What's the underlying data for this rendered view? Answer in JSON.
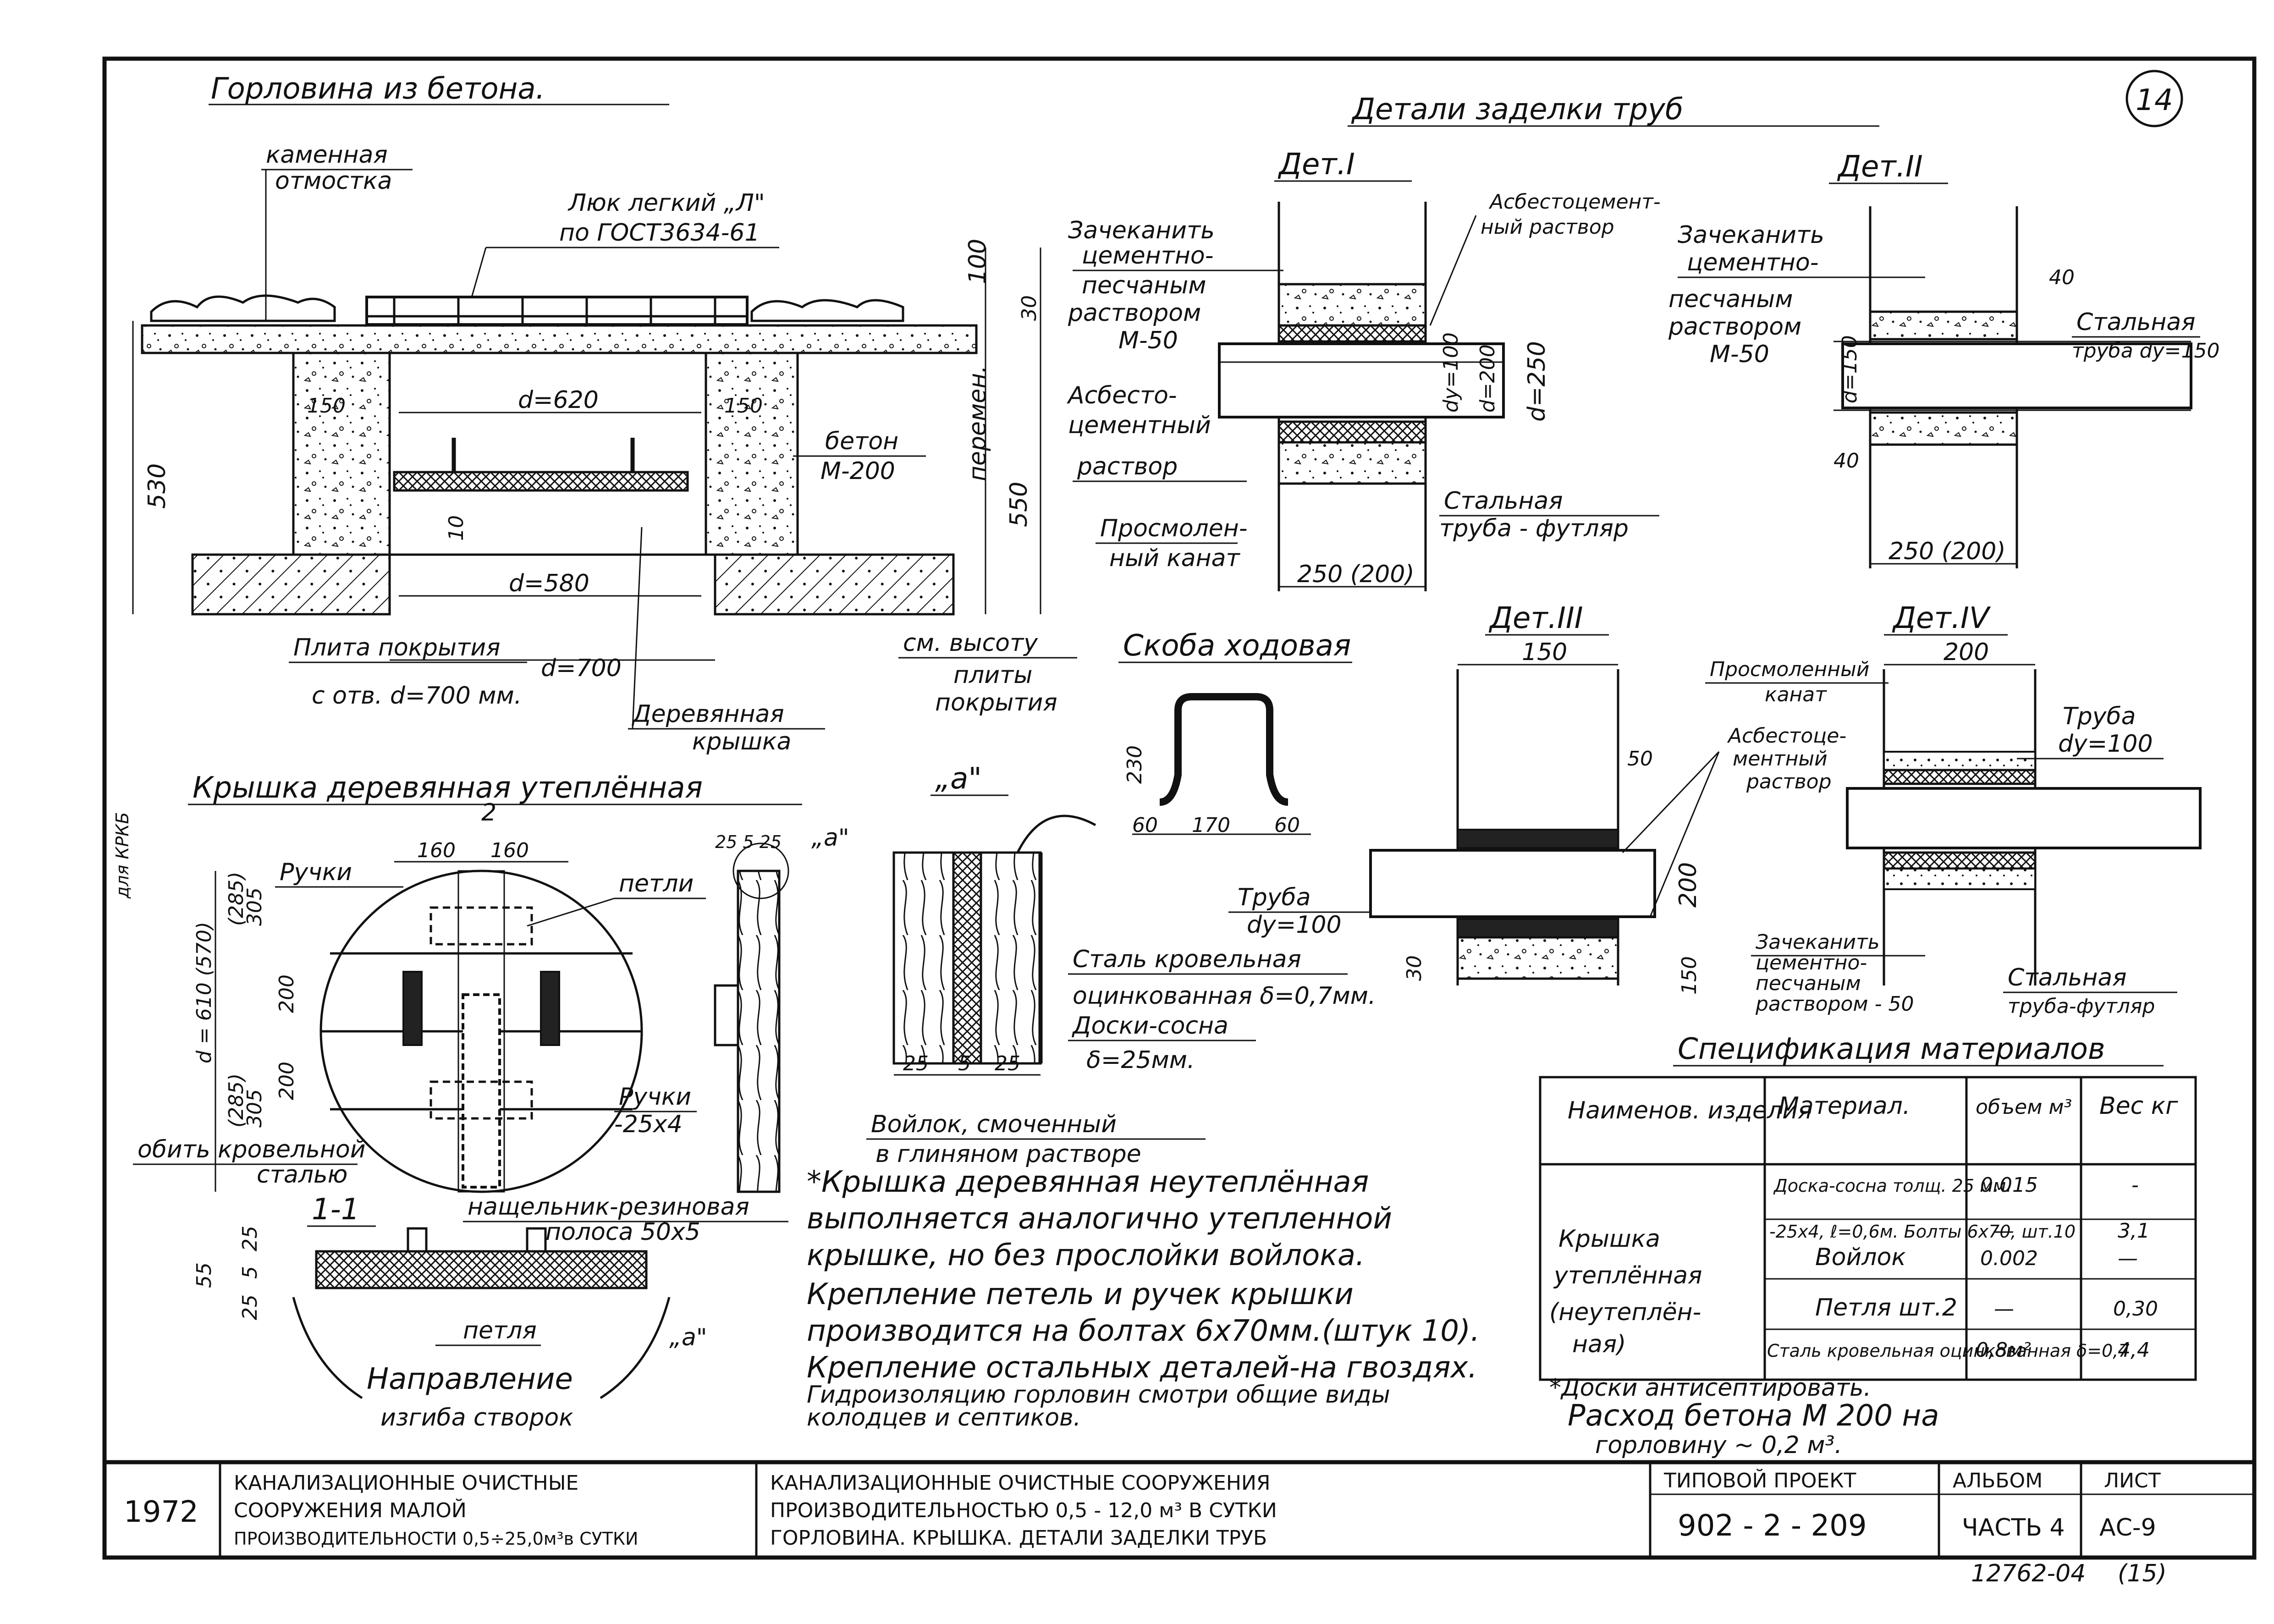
{
  "sheet_number": "14",
  "main_title": "Горловина из бетона.",
  "section_left": {
    "kamennaya": "каменная",
    "otmostka": "отмостка",
    "hatch_line1": "Люк легкий „Л\"",
    "hatch_line2": "по ГОСТ3634-61",
    "dim_100": "100",
    "dim_30": "30",
    "dim_550": "550",
    "peremen": "перемен.",
    "dim_530": "530",
    "dim_d620": "d=620",
    "dim_150a": "150",
    "dim_150b": "150",
    "dim_10": "10",
    "dim_d580": "d=580",
    "dim_d700": "d=700",
    "beton": "бетон",
    "beton_mark": "М-200",
    "plita_line1": "Плита покрытия",
    "plita_line2": "с отв. d=700 мм.",
    "derev_line1": "Деревянная",
    "derev_line2": "крышка",
    "vysotu_line1": "см. высоту",
    "vysotu_line2": "плиты",
    "vysotu_line3": "покрытия"
  },
  "pipe_details": {
    "title": "Детали заделки труб",
    "det1": {
      "title": "Дет.I",
      "zachek1": "Зачеканить",
      "zachek2": "цементно-",
      "zachek3": "песчаным",
      "zachek4": "раствором",
      "zachek5": "М-50",
      "asb_top1": "Асбестоцемент-",
      "asb_top2": "ный раствор",
      "asb_left1": "Асбесто-",
      "asb_left2": "цементный",
      "asb_left3": "раствор",
      "prosmol1": "Просмолен-",
      "prosmol2": "ный канат",
      "steel1": "Стальная",
      "steel2": "труба - футляр",
      "dy": "dy=100",
      "d200": "d=200",
      "d250": "d=250",
      "w250": "250 (200)"
    },
    "det2": {
      "title": "Дет.II",
      "zachek1": "Зачеканить",
      "zachek2": "цементно-",
      "zachek3": "песчаным",
      "zachek4": "раствором",
      "zachek5": "М-50",
      "dim40a": "40",
      "dim40b": "40",
      "d150": "d=150",
      "steel1": "Стальная",
      "steel2": "труба dy=150",
      "w250": "250 (200)"
    },
    "det3": {
      "title": "Дет.III",
      "w150": "150",
      "dim50": "50",
      "dim200": "200",
      "dim30": "30",
      "dim150": "150",
      "pipe1": "Труба",
      "pipe2": "dy=100"
    },
    "det4": {
      "title": "Дет.IV",
      "w200": "200",
      "prosmol1": "Просмоленный",
      "prosmol2": "канат",
      "asb1": "Асбестоце-",
      "asb2": "ментный",
      "asb3": "раствор",
      "pipe1": "Труба",
      "pipe2": "dy=100",
      "zachek1": "Зачеканить",
      "zachek2": "цементно-",
      "zachek3": "песчаным",
      "zachek4": "раствором - 50",
      "steel1": "Стальная",
      "steel2": "труба-футляр"
    }
  },
  "skoba": {
    "title": "Скоба ходовая",
    "dim230": "230",
    "dim60a": "60",
    "dim170": "170",
    "dim60b": "60"
  },
  "lid": {
    "title": "Крышка деревянная утеплённая",
    "for_krkb": "для КРКБ",
    "section2": "2",
    "handles": "Ручки",
    "loops": "петли",
    "dim160a": "160",
    "dim160b": "160",
    "dim_d610": "d = 610 (570)",
    "dim285a": "(285)",
    "dim305a": "305",
    "dim285b": "(285)",
    "dim305b": "305",
    "dim200a": "200",
    "dim200b": "200",
    "obit1": "обить кровельной",
    "obit2": "сталью",
    "handles2_1": "Ручки",
    "handles2_2": "-25x4",
    "marker_a": "„а\"",
    "dims_side": "25 5 25"
  },
  "section11": {
    "title": "1-1",
    "rubber1": "нащельник-резиновая",
    "rubber2": "полоса 50x5",
    "dim55": "55",
    "dim25a": "25",
    "dim5": "5",
    "dim25b": "25",
    "loop": "петля",
    "marker_a": "„а\"",
    "dir1": "Направление",
    "dir2": "изгиба створок"
  },
  "detail_a": {
    "title": "„а\"",
    "steel1": "Сталь кровельная",
    "steel2": "оцинкованная δ=0,7мм.",
    "board1": "Доски-сосна",
    "board2": "δ=25мм.",
    "d25a": "25",
    "d5": "5",
    "d25b": "25",
    "felt1": "Войлок, смоченный",
    "felt2": "в глиняном растворе"
  },
  "notes": [
    "*Крышка деревянная неутеплённая",
    "выполняется аналогично утепленной",
    "крышке, но без прослойки войлока.",
    "Крепление петель и ручек крышки",
    "производится на болтах 6x70мм.(штук 10).",
    "Крепление остальных деталей-на гвоздях.",
    "Гидроизоляцию горловин смотри общие виды",
    "колодцев и септиков."
  ],
  "spec": {
    "title": "Спецификация материалов",
    "headers": [
      "Наименов. изделия",
      "Материал.",
      "объем м³",
      "Вес кг"
    ],
    "item_name": [
      "Крышка",
      "утеплённая",
      "(неутеплён-",
      "ная)"
    ],
    "rows": [
      {
        "material": "Доска-сосна толщ. 25 мм.",
        "volume": "0.015",
        "weight": "-"
      },
      {
        "material": "-25x4, ℓ=0,6м. Болты 6x70, шт.10",
        "volume": "—",
        "weight": "3,1"
      },
      {
        "material": "Войлок",
        "volume": "0.002",
        "weight": "—"
      },
      {
        "material": "Петля шт.2",
        "volume": "—",
        "weight": "0,30"
      },
      {
        "material": "Сталь кровельная оцинкованная δ=0,7",
        "volume": "0,8м²",
        "weight": "4,4"
      }
    ],
    "footnote1": "*Доски антисептировать.",
    "footnote2": "Расход бетона М 200 на",
    "footnote3": "горловину ~ 0,2 м³."
  },
  "title_block": {
    "year": "1972",
    "org1": "КАНАЛИЗАЦИОННЫЕ ОЧИСТНЫЕ",
    "org2": "СООРУЖЕНИЯ МАЛОЙ",
    "org3": "ПРОИЗВОДИТЕЛЬНОСТИ 0,5÷25,0м³в СУТКИ",
    "desc1": "КАНАЛИЗАЦИОННЫЕ ОЧИСТНЫЕ СООРУЖЕНИЯ",
    "desc2": "ПРОИЗВОДИТЕЛЬНОСТЬЮ 0,5 - 12,0 м³ В СУТКИ",
    "desc3": "ГОРЛОВИНА. КРЫШКА. ДЕТАЛИ ЗАДЕЛКИ ТРУБ",
    "project_label": "ТИПОВОЙ ПРОЕКТ",
    "project_no": "902 - 2 - 209",
    "album_label": "АЛЬБОМ",
    "album_no": "ЧАСТЬ 4",
    "sheet_label": "ЛИСТ",
    "sheet_no": "АС-9",
    "stamp_no": "12762-04",
    "stamp_page": "(15)"
  }
}
